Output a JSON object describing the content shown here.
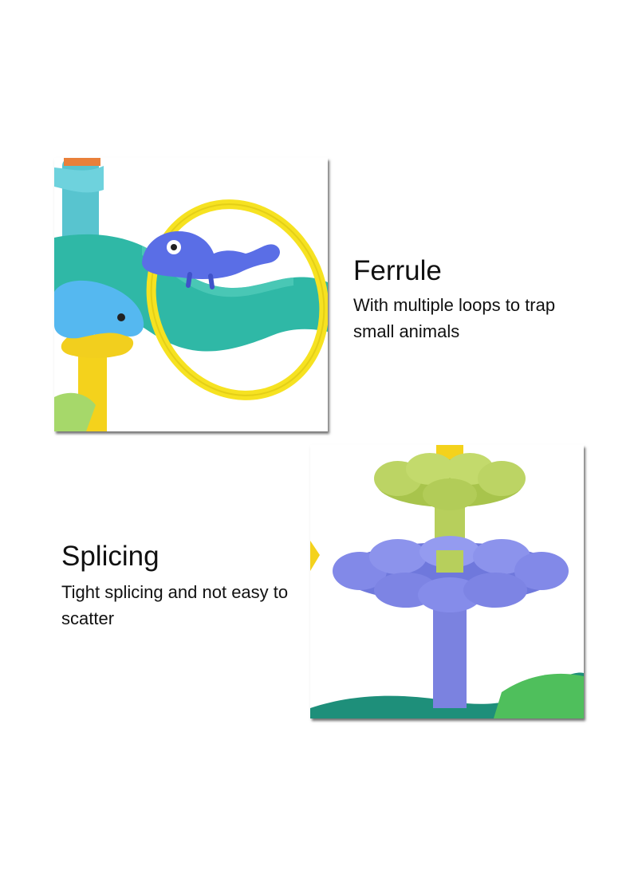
{
  "features": {
    "ferrule": {
      "title": "Ferrule",
      "description": "With multiple loops to trap small animals"
    },
    "splicing": {
      "title": "Splicing",
      "description": "Tight splicing and not easy to scatter"
    }
  },
  "colors": {
    "teal_branch": "#2fb8a6",
    "yellow_ring": "#f6e221",
    "blue_animal": "#5a6ee6",
    "light_blue_animal": "#55b8f0",
    "lime_flower": "#b7cf5c",
    "purple_flower": "#8289e8",
    "yellow_stem": "#f4d21c",
    "green_leaf": "#4fbf5c"
  }
}
